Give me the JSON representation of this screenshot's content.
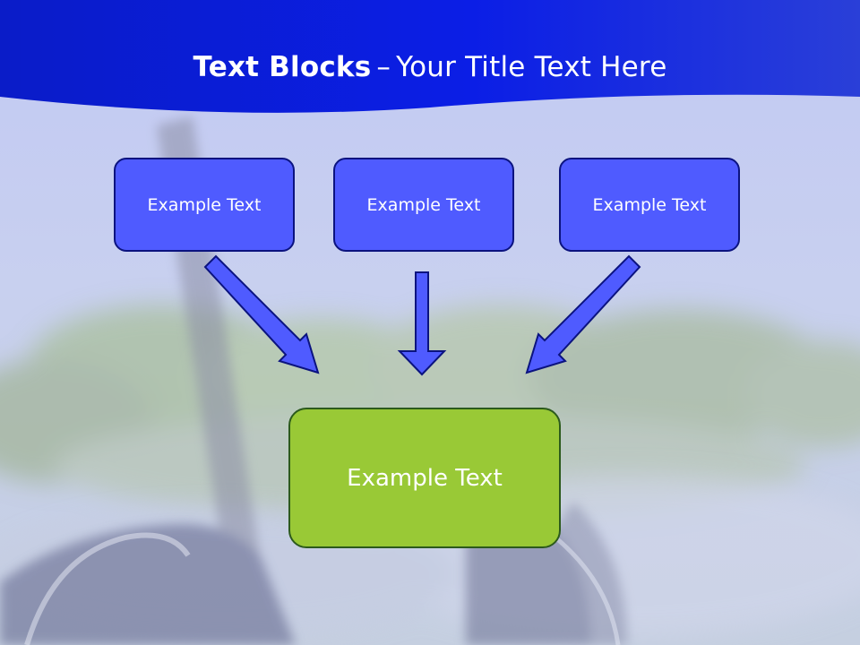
{
  "slide": {
    "title_bold": "Text Blocks",
    "title_dash": "–",
    "title_rest": "Your Title Text Here",
    "top_blocks": [
      {
        "label": "Example Text"
      },
      {
        "label": "Example Text"
      },
      {
        "label": "Example Text"
      }
    ],
    "result_block": {
      "label": "Example Text"
    }
  },
  "colors": {
    "header_band": "#0b1fd8",
    "top_block_fill": "#4f5bff",
    "top_block_border": "#0b137f",
    "result_block_fill": "#99c936",
    "arrow_fill": "#4f5bff"
  }
}
